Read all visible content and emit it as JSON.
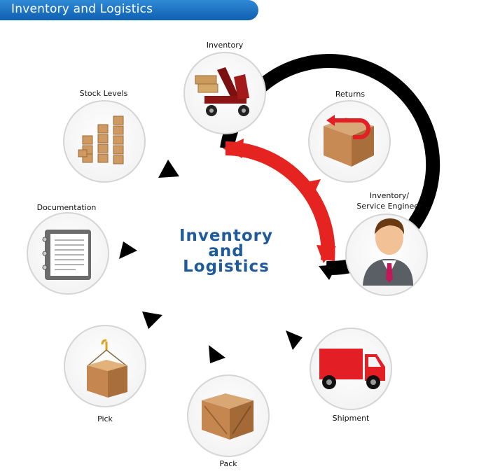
{
  "header": {
    "title": "Inventory and Logistics"
  },
  "center": {
    "line1": "Inventory",
    "line2": "and",
    "line3": "Logistics"
  },
  "nodes": {
    "inventory": "Inventory",
    "returns": "Returns",
    "engineer_line1": "Inventory/",
    "engineer_line2": "Service Engineer",
    "shipment": "Shipment",
    "pack": "Pack",
    "pick": "Pick",
    "documentation": "Documentation",
    "stock_levels": "Stock Levels"
  },
  "colors": {
    "header": "#1670c4",
    "cycle_black": "#000000",
    "cycle_red": "#e52421",
    "title": "#1f5a9b",
    "box": "#c98e55",
    "truck": "#e31e24"
  },
  "icons": [
    "hand-truck-icon",
    "return-box-icon",
    "engineer-avatar-icon",
    "truck-icon",
    "crate-icon",
    "hoisted-box-icon",
    "notebook-icon",
    "boxes-stack-icon"
  ]
}
